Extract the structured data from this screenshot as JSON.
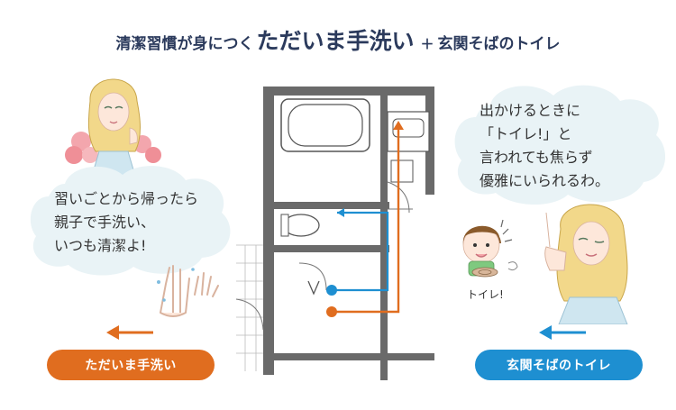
{
  "headline": {
    "part1": "清潔習慣が身につく",
    "part2": "ただいま手洗い",
    "part3": "＋",
    "part4": "玄関そばのトイレ"
  },
  "left_bubble": {
    "lines": [
      "習いごとから帰ったら",
      "親子で手洗い、",
      "いつも清潔よ!"
    ]
  },
  "right_bubble": {
    "lines": [
      "出かけるときに",
      "「トイレ!」と",
      "言われても焦らず",
      "優雅にいられるわ。"
    ]
  },
  "kid_exclaim": "トイレ!",
  "labels": {
    "left": "ただいま手洗い",
    "right": "玄関そばのトイレ"
  },
  "colors": {
    "orange": "#e06d1f",
    "blue": "#1e8fd1",
    "bubble": "#e9f3f6",
    "title": "#2b3a5c"
  }
}
